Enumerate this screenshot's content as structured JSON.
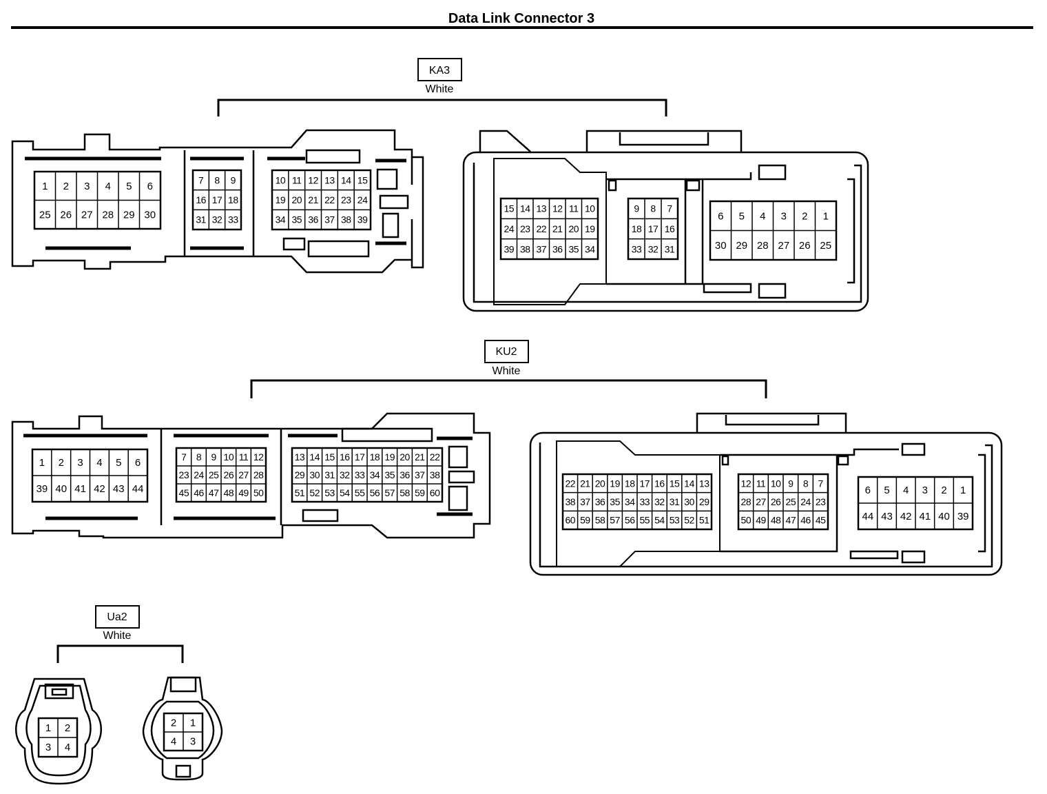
{
  "title": "Data Link Connector 3",
  "connectors": {
    "ka3": {
      "code": "KA3",
      "color": "White",
      "male": {
        "left": [
          [
            "1",
            "2",
            "3",
            "4",
            "5",
            "6"
          ],
          [
            "25",
            "26",
            "27",
            "28",
            "29",
            "30"
          ]
        ],
        "mid": [
          [
            "7",
            "8",
            "9"
          ],
          [
            "16",
            "17",
            "18"
          ],
          [
            "31",
            "32",
            "33"
          ]
        ],
        "right": [
          [
            "10",
            "11",
            "12",
            "13",
            "14",
            "15"
          ],
          [
            "19",
            "20",
            "21",
            "22",
            "23",
            "24"
          ],
          [
            "34",
            "35",
            "36",
            "37",
            "38",
            "39"
          ]
        ]
      },
      "female": {
        "left": [
          [
            "15",
            "14",
            "13",
            "12",
            "11",
            "10"
          ],
          [
            "24",
            "23",
            "22",
            "21",
            "20",
            "19"
          ],
          [
            "39",
            "38",
            "37",
            "36",
            "35",
            "34"
          ]
        ],
        "mid": [
          [
            "9",
            "8",
            "7"
          ],
          [
            "18",
            "17",
            "16"
          ],
          [
            "33",
            "32",
            "31"
          ]
        ],
        "right": [
          [
            "6",
            "5",
            "4",
            "3",
            "2",
            "1"
          ],
          [
            "30",
            "29",
            "28",
            "27",
            "26",
            "25"
          ]
        ]
      }
    },
    "ku2": {
      "code": "KU2",
      "color": "White",
      "male": {
        "left": [
          [
            "1",
            "2",
            "3",
            "4",
            "5",
            "6"
          ],
          [
            "39",
            "40",
            "41",
            "42",
            "43",
            "44"
          ]
        ],
        "mid": [
          [
            "7",
            "8",
            "9",
            "10",
            "11",
            "12"
          ],
          [
            "23",
            "24",
            "25",
            "26",
            "27",
            "28"
          ],
          [
            "45",
            "46",
            "47",
            "48",
            "49",
            "50"
          ]
        ],
        "right": [
          [
            "13",
            "14",
            "15",
            "16",
            "17",
            "18",
            "19",
            "20",
            "21",
            "22"
          ],
          [
            "29",
            "30",
            "31",
            "32",
            "33",
            "34",
            "35",
            "36",
            "37",
            "38"
          ],
          [
            "51",
            "52",
            "53",
            "54",
            "55",
            "56",
            "57",
            "58",
            "59",
            "60"
          ]
        ]
      },
      "female": {
        "left": [
          [
            "22",
            "21",
            "20",
            "19",
            "18",
            "17",
            "16",
            "15",
            "14",
            "13"
          ],
          [
            "38",
            "37",
            "36",
            "35",
            "34",
            "33",
            "32",
            "31",
            "30",
            "29"
          ],
          [
            "60",
            "59",
            "58",
            "57",
            "56",
            "55",
            "54",
            "53",
            "52",
            "51"
          ]
        ],
        "mid": [
          [
            "12",
            "11",
            "10",
            "9",
            "8",
            "7"
          ],
          [
            "28",
            "27",
            "26",
            "25",
            "24",
            "23"
          ],
          [
            "50",
            "49",
            "48",
            "47",
            "46",
            "45"
          ]
        ],
        "right": [
          [
            "6",
            "5",
            "4",
            "3",
            "2",
            "1"
          ],
          [
            "44",
            "43",
            "42",
            "41",
            "40",
            "39"
          ]
        ]
      }
    },
    "ua2": {
      "code": "Ua2",
      "color": "White",
      "male": [
        [
          "1",
          "2"
        ],
        [
          "3",
          "4"
        ]
      ],
      "female": [
        [
          "2",
          "1"
        ],
        [
          "4",
          "3"
        ]
      ]
    }
  }
}
